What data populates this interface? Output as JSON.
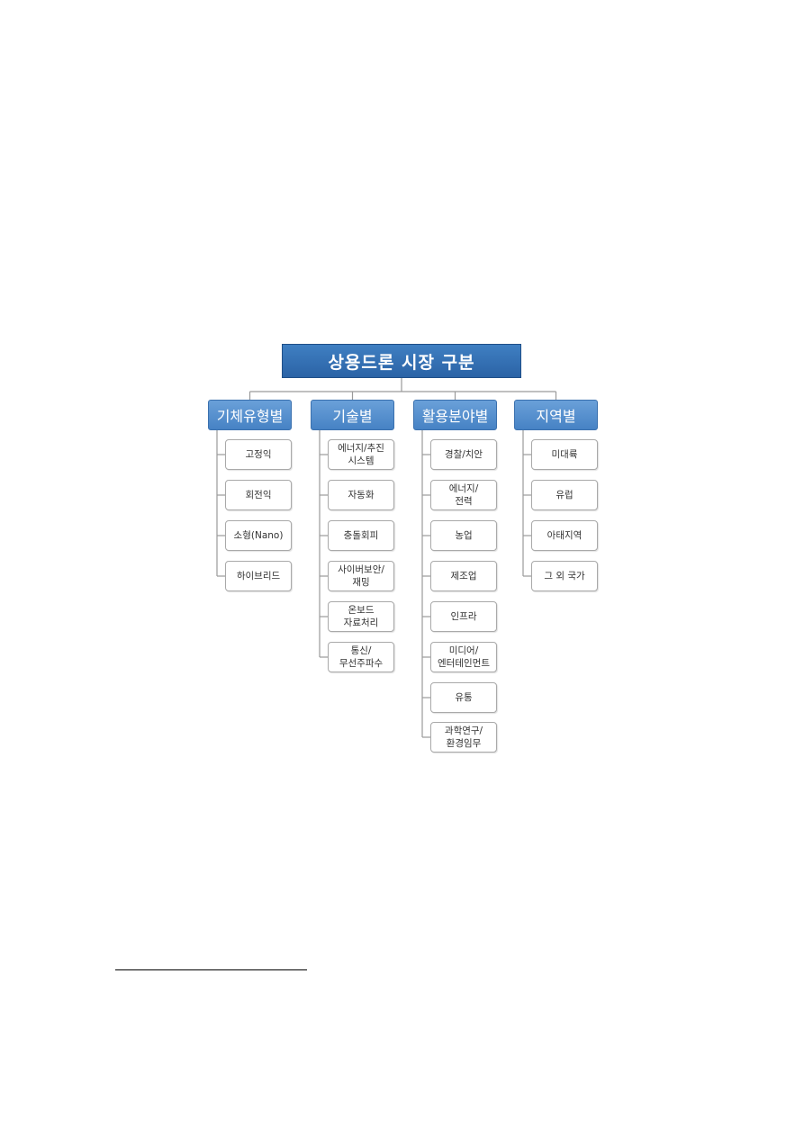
{
  "root": {
    "label": "상용드론 시장 구분"
  },
  "categories": [
    {
      "label": "기체유형별",
      "items": [
        "고정익",
        "회전익",
        "소형(Nano)",
        "하이브리드"
      ]
    },
    {
      "label": "기술별",
      "items": [
        "에너지/추진\n시스템",
        "자동화",
        "충돌회피",
        "사이버보안/\n재밍",
        "온보드\n자료처리",
        "통신/\n무선주파수"
      ]
    },
    {
      "label": "활용분야별",
      "items": [
        "경찰/치안",
        "에너지/\n전력",
        "농업",
        "제조업",
        "인프라",
        "미디어/\n엔터테인먼트",
        "유통",
        "과학연구/\n환경임무"
      ]
    },
    {
      "label": "지역별",
      "items": [
        "미대륙",
        "유럽",
        "아태지역",
        "그 외 국가"
      ]
    }
  ],
  "colors": {
    "root": "#2e6db4",
    "category": "#5590cf",
    "line": "#9a9a9a",
    "leaf_border": "#a9a9a9"
  }
}
